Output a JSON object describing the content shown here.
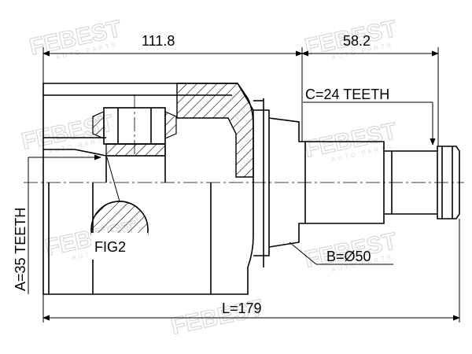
{
  "watermark": {
    "brand": "FEBEST",
    "tagline": "AUTO PARTS"
  },
  "dimensions": {
    "overall_length": "L=179",
    "housing_length": "111.8",
    "stub_length": "58.2",
    "inner_teeth": "A=35 TEETH",
    "outer_teeth": "C=24 TEETH",
    "diameter": "B=Ø50"
  },
  "callouts": {
    "figure_label": "FIG2"
  },
  "colors": {
    "line": "#000000",
    "watermark": "#d8d8d8",
    "hatch": "#000000"
  }
}
